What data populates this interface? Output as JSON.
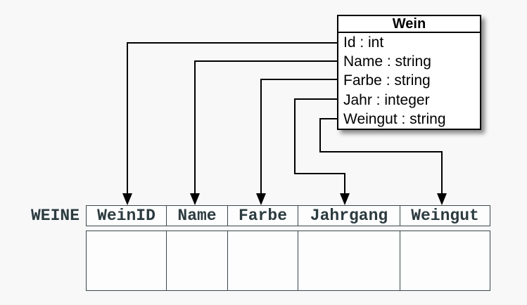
{
  "diagram": {
    "class_box": {
      "title": "Wein",
      "attributes": [
        "Id : int",
        "Name : string",
        "Farbe : string",
        "Jahr : integer",
        "Weingut : string"
      ]
    },
    "table": {
      "name": "WEINE",
      "columns": [
        "WeinID",
        "Name",
        "Farbe",
        "Jahrgang",
        "Weingut"
      ],
      "empty_body_rows": 1
    },
    "mappings": [
      {
        "from": "Id",
        "to": "WeinID"
      },
      {
        "from": "Name",
        "to": "Name"
      },
      {
        "from": "Farbe",
        "to": "Farbe"
      },
      {
        "from": "Jahr",
        "to": "Jahrgang"
      },
      {
        "from": "Weingut",
        "to": "Weingut"
      }
    ],
    "colors": {
      "background": "#f8f8f9",
      "class_box_ink": "#000000",
      "connector": "#000000",
      "table_ink": "#2c3b40",
      "table_border": "#3a474b"
    }
  }
}
